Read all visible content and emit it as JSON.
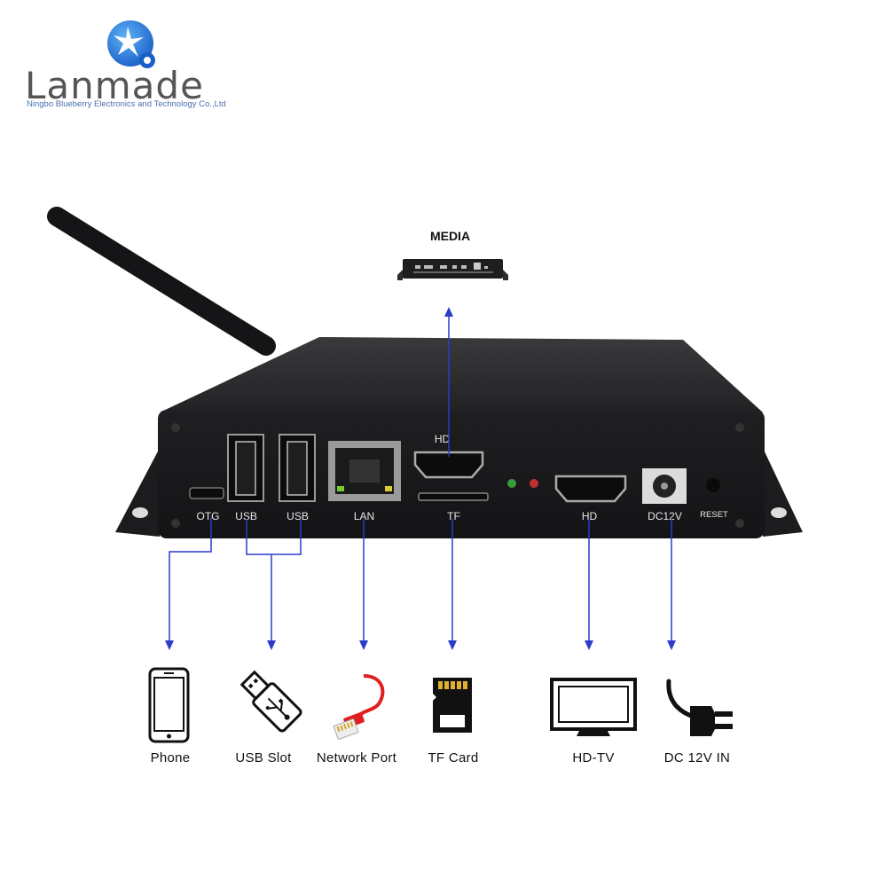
{
  "logo": {
    "word": "Lanmade",
    "subtitle": "Ningbo Blueberry Electronics and Technology Co.,Ltd",
    "icon": "blue-sphere-star-icon"
  },
  "media": {
    "title": "MEDIA"
  },
  "device": {
    "ports": {
      "otg": "OTG",
      "usb_1": "USB",
      "usb_2": "USB",
      "lan": "LAN",
      "hd_in": "HD",
      "tf": "TF",
      "hd_out": "HD",
      "dc": "DC12V",
      "reset": "RESET"
    }
  },
  "connections": {
    "phone": "Phone",
    "usb_slot": "USB Slot",
    "network_port": "Network Port",
    "tf_card": "TF Card",
    "hd_tv": "HD-TV",
    "dc_in": "DC 12V IN"
  },
  "colors": {
    "connector_line": "#2a3cc8",
    "device_body": "#1b1b1d",
    "logo_text": "#555555",
    "logo_sub": "#4a6fb0"
  }
}
